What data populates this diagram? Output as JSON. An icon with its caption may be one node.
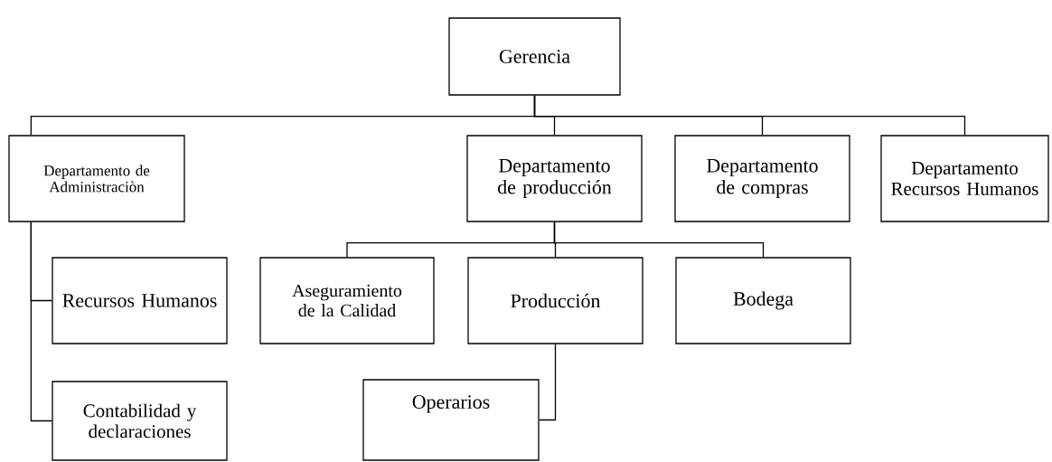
{
  "diagram": {
    "nodes": [
      {
        "text": [
          "Gerencia"
        ]
      },
      {
        "text": [
          "Departamento de Administraciòn"
        ]
      },
      {
        "text": [
          "Departamento de producción"
        ]
      },
      {
        "text": [
          "Departamento de compras"
        ]
      },
      {
        "text": [
          "Departamento Recursos Humanos"
        ]
      },
      {
        "text": [
          "Recursos Humanos"
        ]
      },
      {
        "text": [
          "Contabilidad y declaraciones"
        ]
      },
      {
        "text": [
          "Aseguramiento de la Calidad"
        ]
      },
      {
        "text": [
          "Producción"
        ]
      },
      {
        "text": [
          "Bodega"
        ]
      },
      {
        "text": [
          "Operarios"
        ]
      }
    ],
    "edges": [
      {
        "from": 0,
        "to": 1,
        "arrow": "none"
      },
      {
        "from": 0,
        "to": 2,
        "arrow": "none"
      },
      {
        "from": 0,
        "to": 3,
        "arrow": "none"
      },
      {
        "from": 0,
        "to": 4,
        "arrow": "none"
      },
      {
        "from": 1,
        "to": 5,
        "arrow": "none"
      },
      {
        "from": 1,
        "to": 6,
        "arrow": "none"
      },
      {
        "from": 2,
        "to": 7,
        "arrow": "none"
      },
      {
        "from": 2,
        "to": 8,
        "arrow": "none"
      },
      {
        "from": 2,
        "to": 9,
        "arrow": "none"
      },
      {
        "from": 8,
        "to": 10,
        "arrow": "none"
      }
    ]
  }
}
